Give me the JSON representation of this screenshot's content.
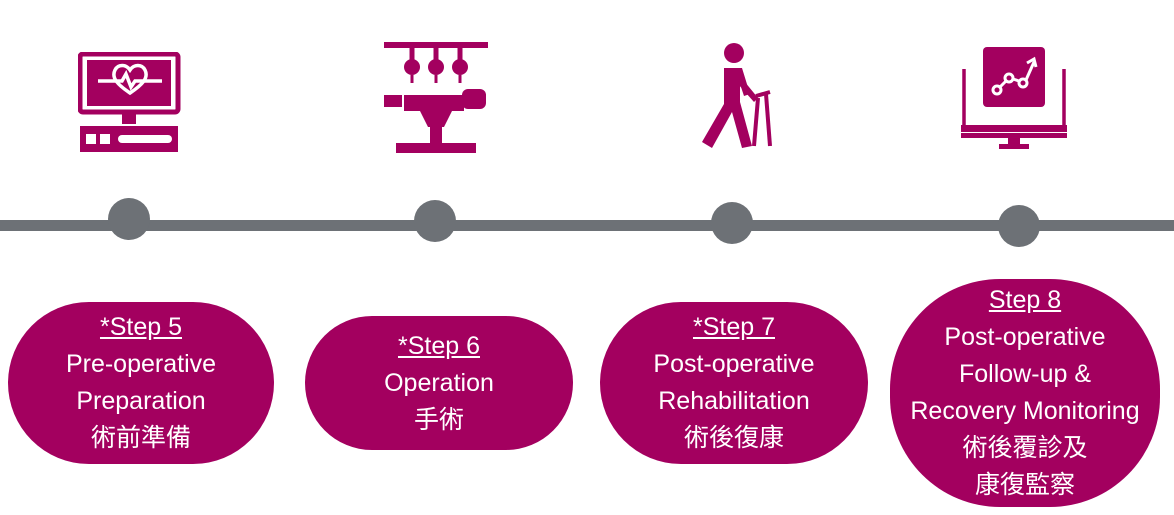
{
  "colors": {
    "accent": "#a3005f",
    "timeline": "#6d7176",
    "background": "#ffffff"
  },
  "steps": [
    {
      "icon": "monitor-heart-icon",
      "step_label": "*Step 5",
      "lines": [
        "Pre-operative",
        "Preparation",
        "術前準備"
      ]
    },
    {
      "icon": "operating-table-icon",
      "step_label": "*Step 6",
      "lines": [
        "Operation",
        "手術"
      ]
    },
    {
      "icon": "walker-person-icon",
      "step_label": "*Step 7",
      "lines": [
        "Post-operative",
        "Rehabilitation",
        "術後復康"
      ]
    },
    {
      "icon": "computer-progress-chart-icon",
      "step_label": "Step 8",
      "lines": [
        "Post-operative",
        "Follow-up &",
        "Recovery Monitoring",
        "術後覆診及",
        "康復監察"
      ]
    }
  ]
}
